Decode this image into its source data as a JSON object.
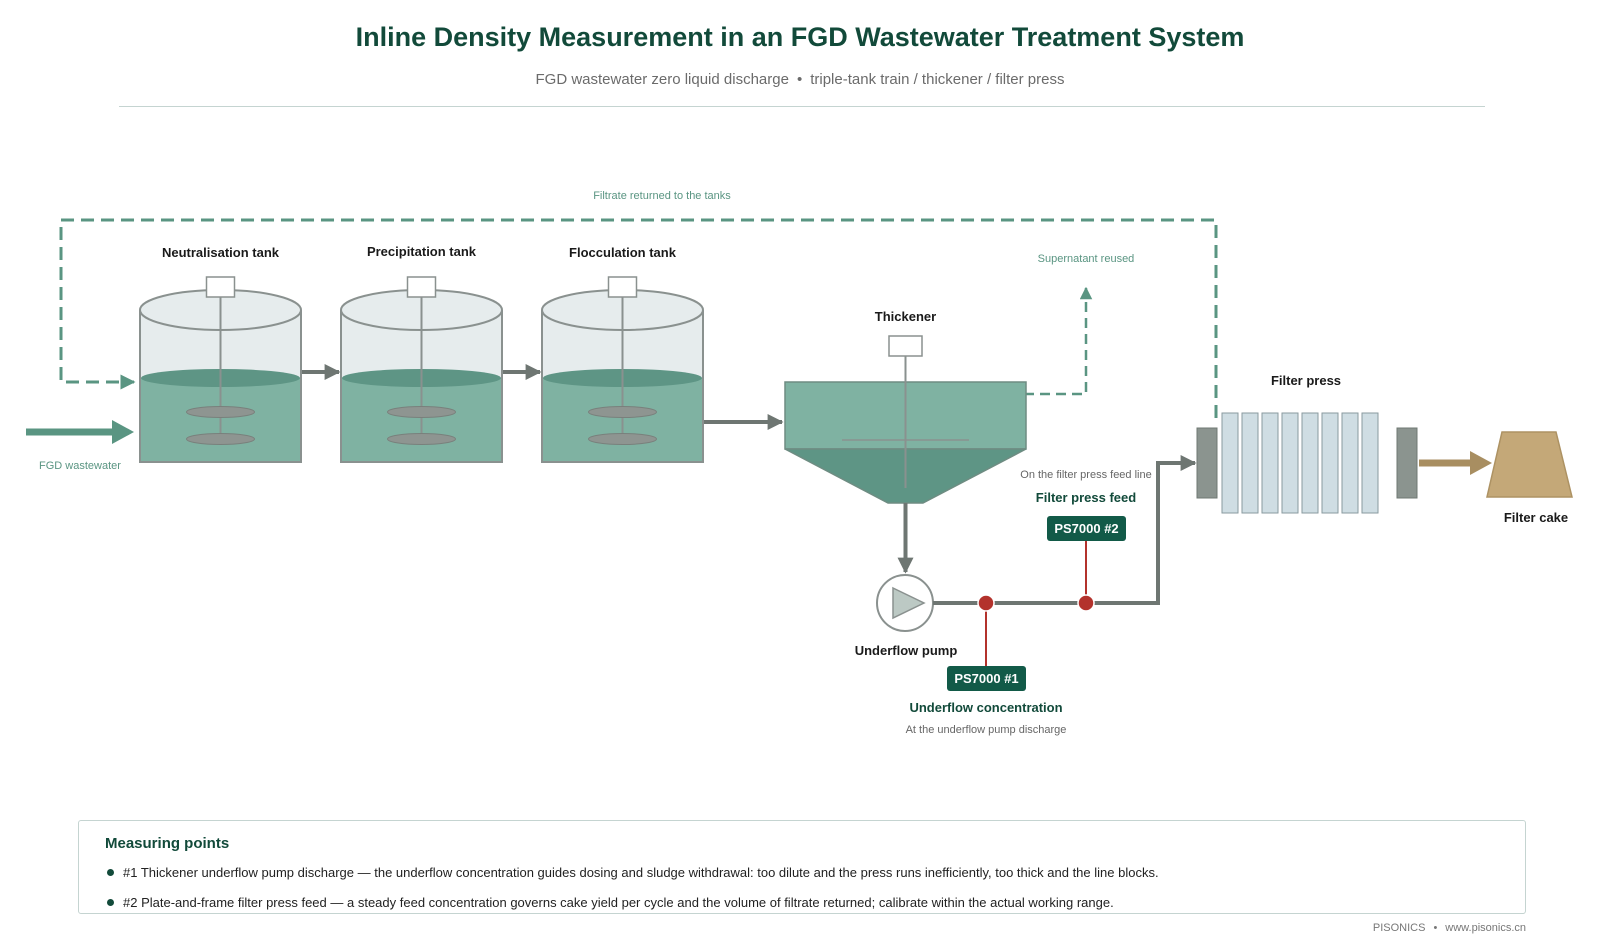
{
  "title": "Inline Density Measurement in an FGD Wastewater Treatment System",
  "subtitle": {
    "left": "FGD wastewater zero liquid discharge",
    "separator": "•",
    "right": "triple-tank train / thickener / filter press"
  },
  "diagram": {
    "recycle_label": "Filtrate returned to the tanks",
    "inlet_label": "FGD wastewater",
    "tanks": [
      {
        "label": "Neutralisation tank"
      },
      {
        "label": "Precipitation tank"
      },
      {
        "label": "Flocculation tank"
      }
    ],
    "thickener_label": "Thickener",
    "supernatant_label": "Supernatant reused",
    "pump_label": "Underflow pump",
    "filter_press_label": "Filter press",
    "filter_cake_label": "Filter cake",
    "point1": {
      "badge": "PS7000 #1",
      "title": "Underflow concentration",
      "note": "At the underflow pump discharge"
    },
    "point2": {
      "badge": "PS7000 #2",
      "title": "Filter press feed",
      "note": "On the filter press feed line"
    },
    "colors": {
      "dark_green": "#124a3a",
      "liquid": "#7fb2a2",
      "liquid_dark": "#5e9585",
      "pipe": "#6e7672",
      "sensor_red": "#b3322c",
      "cake": "#c4a878"
    }
  },
  "panel": {
    "title": "Measuring points",
    "items": [
      "#1 Thickener underflow pump discharge — the underflow concentration guides dosing and sludge withdrawal: too dilute and the press runs inefficiently, too thick and the line blocks.",
      "#2 Plate-and-frame filter press feed — a steady feed concentration governs cake yield per cycle and the volume of filtrate returned; calibrate within the actual working range."
    ]
  },
  "footer": {
    "brand": "PISONICS",
    "separator": "•",
    "url": "www.pisonics.cn"
  }
}
